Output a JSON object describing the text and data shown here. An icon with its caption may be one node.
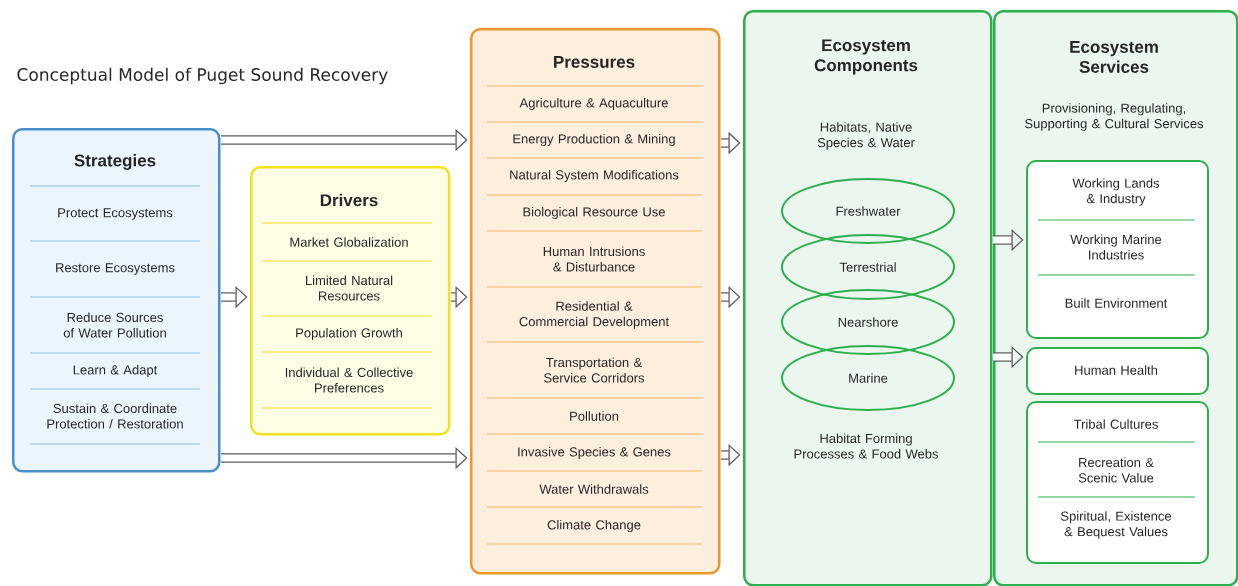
{
  "diagram": {
    "title": "Conceptual Model of Puget Sound Recovery",
    "nodes": [
      {
        "text": [
          "Strategies",
          "Protect Ecosystems",
          "Restore Ecosystems",
          "Reduce Sources of Water Pollution",
          "Learn & Adapt",
          "Sustain & Coordinate Protection / Restoration"
        ]
      },
      {
        "text": [
          "Drivers",
          "Market Globalization",
          "Limited Natural Resources",
          "Population Growth",
          "Individual & Collective Preferences"
        ]
      },
      {
        "text": [
          "Pressures",
          "Agriculture & Aquaculture",
          "Energy Production & Mining",
          "Natural System Modifications",
          "Biological Resource Use",
          "Human Intrusions & Disturbance",
          "Residential & Commercial Development",
          "Transportation & Service Corridors",
          "Pollution",
          "Invasive Species & Genes",
          "Water Withdrawals",
          "Climate Change"
        ]
      },
      {
        "text": [
          "Ecosystem Components",
          "Habitats, Native Species & Water",
          "Habitat Forming Processes & Food Webs"
        ]
      },
      {
        "text": [
          "Freshwater"
        ],
        "in": 3
      },
      {
        "text": [
          "Terrestrial"
        ],
        "in": 3
      },
      {
        "text": [
          "Nearshore"
        ],
        "in": 3
      },
      {
        "text": [
          "Marine"
        ],
        "in": 3
      },
      {
        "text": [
          "Ecosystem Services",
          "Provisioning, Regulating, Supporting & Cultural Services"
        ]
      },
      {
        "text": [
          "Working Lands & Industry",
          "Working Marine Industries",
          "Built Environment"
        ],
        "in": 8
      },
      {
        "text": [
          "Human Health"
        ],
        "in": 8
      },
      {
        "text": [
          "Tribal Cultures",
          "Recreation & Scenic Value",
          "Spiritual, Existence & Bequest Values"
        ],
        "in": 8
      }
    ],
    "edges": [
      {
        "from": 0,
        "to": 2,
        "arrow": "to"
      },
      {
        "from": 0,
        "to": 1,
        "arrow": "to"
      },
      {
        "from": 0,
        "to": 2,
        "arrow": "to"
      },
      {
        "from": 1,
        "to": 2,
        "arrow": "to"
      },
      {
        "from": 2,
        "to": 3,
        "arrow": "to"
      },
      {
        "from": 2,
        "to": 3,
        "arrow": "to"
      },
      {
        "from": 2,
        "to": 3,
        "arrow": "to"
      },
      {
        "from": 3,
        "to": 9,
        "arrow": "to"
      },
      {
        "from": 3,
        "to": 10,
        "arrow": "to"
      }
    ]
  }
}
